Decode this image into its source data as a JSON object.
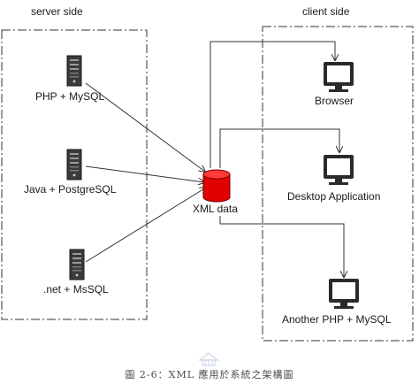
{
  "server_side": {
    "title": "server side",
    "nodes": [
      {
        "label": "PHP + MySQL",
        "icon": "server-tower-icon"
      },
      {
        "label": "Java + PostgreSQL",
        "icon": "server-tower-icon"
      },
      {
        "label": ".net + MsSQL",
        "icon": "server-tower-icon"
      }
    ]
  },
  "client_side": {
    "title": "client side",
    "nodes": [
      {
        "label": "Browser",
        "icon": "monitor-icon"
      },
      {
        "label": "Desktop Application",
        "icon": "monitor-icon"
      },
      {
        "label": "Another PHP + MySQL",
        "icon": "monitor-icon"
      }
    ]
  },
  "data_store": {
    "label": "XML data",
    "icon": "database-cylinder-icon",
    "color": "#e00000"
  },
  "caption": "圖 2-6：XML 應用於系統之架構圖",
  "colors": {
    "line": "#333333",
    "border": "#333333",
    "server": "#3a3a3a",
    "monitor_frame": "#2a2a2a",
    "screen": "#ffffff",
    "watermark": "#a9bdd6"
  }
}
